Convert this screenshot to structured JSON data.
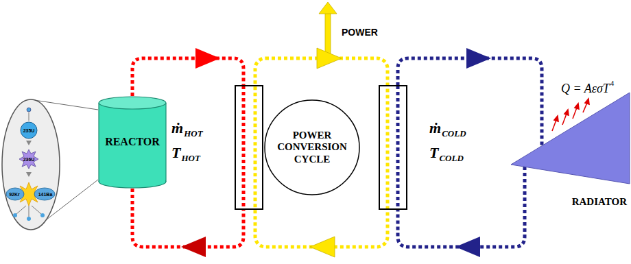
{
  "diagram": {
    "nodes": [
      {
        "text": [
          "REACTOR"
        ]
      },
      {
        "text": [
          "POWER CONVERSION CYCLE"
        ]
      },
      {
        "text": [
          "RADIATOR"
        ]
      }
    ],
    "labels": [
      "235U",
      "236U",
      "92Kr",
      "141Ba",
      "ṁ",
      "HOT",
      "T",
      "HOT",
      "POWER",
      "ṁ",
      "COLD",
      "T",
      "COLD",
      "Q = AεσT",
      "4"
    ]
  }
}
